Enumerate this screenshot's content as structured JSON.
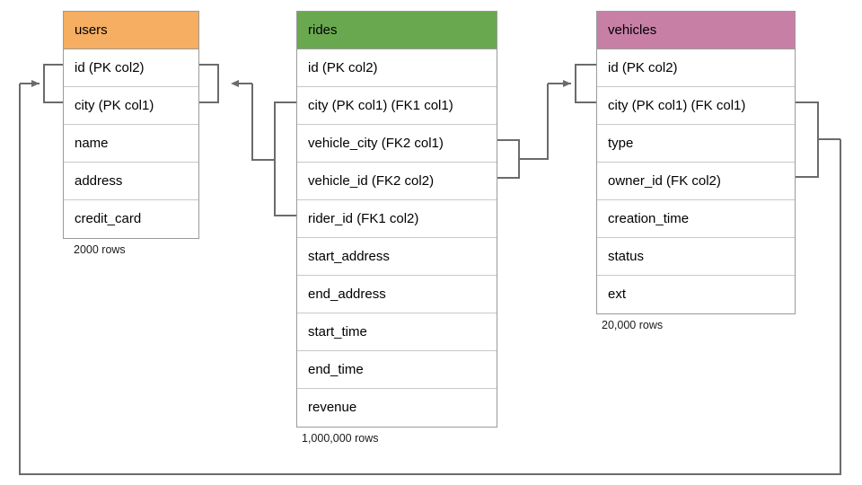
{
  "diagram": {
    "title": "database-schema-er-diagram",
    "colors": {
      "users_header": "#f5ae62",
      "rides_header": "#6aa84f",
      "vehicles_header": "#c island",
      "vehicles_header_hex": "#c униcode",
      "border": "#9a9a9a",
      "row_divider": "#c8c8c8",
      "connector": "#6b6b6b"
    }
  },
  "tables": [
    {
      "id": "users",
      "name": "users",
      "header_color": "#f5ae62",
      "rows": [
        {
          "label": "id (PK col2)"
        },
        {
          "label": "city (PK col1)"
        },
        {
          "label": "name"
        },
        {
          "label": "address"
        },
        {
          "label": "credit_card"
        }
      ],
      "row_count": "2000 rows"
    },
    {
      "id": "rides",
      "name": "rides",
      "header_color": "#6aa84f",
      "rows": [
        {
          "label": "id (PK col2)"
        },
        {
          "label": "city (PK col1) (FK1 col1)"
        },
        {
          "label": "vehicle_city (FK2 col1)"
        },
        {
          "label": "vehicle_id (FK2 col2)"
        },
        {
          "label": "rider_id (FK1 col2)"
        },
        {
          "label": "start_address"
        },
        {
          "label": "end_address"
        },
        {
          "label": "start_time"
        },
        {
          "label": "end_time"
        },
        {
          "label": "revenue"
        }
      ],
      "row_count": "1,000,000 rows"
    },
    {
      "id": "vehicles",
      "name": "vehicles",
      "header_color": "#c77fa6",
      "rows": [
        {
          "label": "id (PK col2)"
        },
        {
          "label": "city (PK col1) (FK col1)"
        },
        {
          "label": "type"
        },
        {
          "label": "owner_id (FK col2)"
        },
        {
          "label": "creation_time"
        },
        {
          "label": "status"
        },
        {
          "label": "ext"
        }
      ],
      "row_count": "20,000 rows"
    }
  ],
  "relationships": [
    {
      "id": "fk1-rides-rider-to-users",
      "from_table": "rides",
      "from_columns": [
        "city (PK col1) (FK1 col1)",
        "rider_id (FK1 col2)"
      ],
      "to_table": "users",
      "to_columns": [
        "id (PK col2)",
        "city (PK col1)"
      ],
      "side": "right-of-users"
    },
    {
      "id": "fk2-rides-vehicle-to-vehicles",
      "from_table": "rides",
      "from_columns": [
        "vehicle_city (FK2 col1)",
        "vehicle_id (FK2 col2)"
      ],
      "to_table": "vehicles",
      "to_columns": [
        "id (PK col2)",
        "city (PK col1) (FK col1)"
      ],
      "side": "left-of-vehicles"
    },
    {
      "id": "fk-vehicles-owner-to-users",
      "from_table": "vehicles",
      "from_columns": [
        "city (PK col1) (FK col1)",
        "owner_id (FK col2)"
      ],
      "to_table": "users",
      "to_columns": [
        "id (PK col2)",
        "city (PK col1)"
      ],
      "side": "around-bottom"
    }
  ]
}
